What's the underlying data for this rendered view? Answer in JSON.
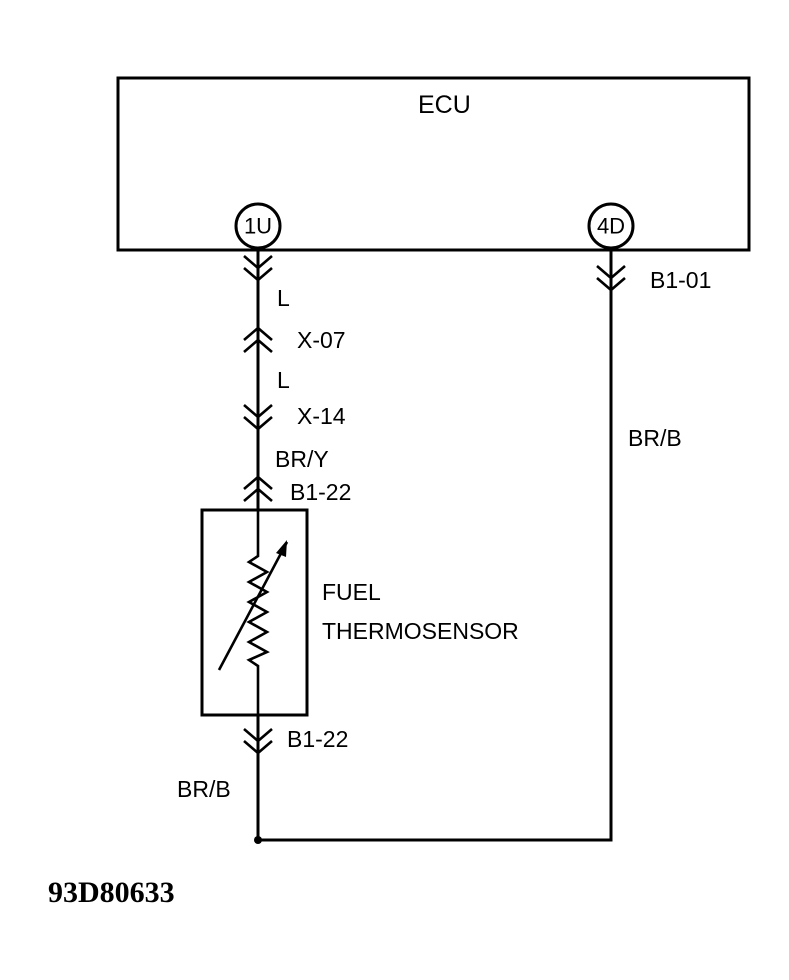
{
  "ecu": {
    "label": "ECU"
  },
  "pins": {
    "pin_1u": "1U",
    "pin_4d": "4D"
  },
  "wires": {
    "l_upper": "L",
    "l_lower": "L",
    "br_y": "BR/Y",
    "br_b_right": "BR/B",
    "br_b_bottom": "BR/B"
  },
  "connectors": {
    "b1_01": "B1-01",
    "x_07": "X-07",
    "x_14": "X-14",
    "b1_22_top": "B1-22",
    "b1_22_bottom": "B1-22"
  },
  "sensor": {
    "line1": "FUEL",
    "line2": "THERMOSENSOR"
  },
  "figure_code": "93D80633"
}
